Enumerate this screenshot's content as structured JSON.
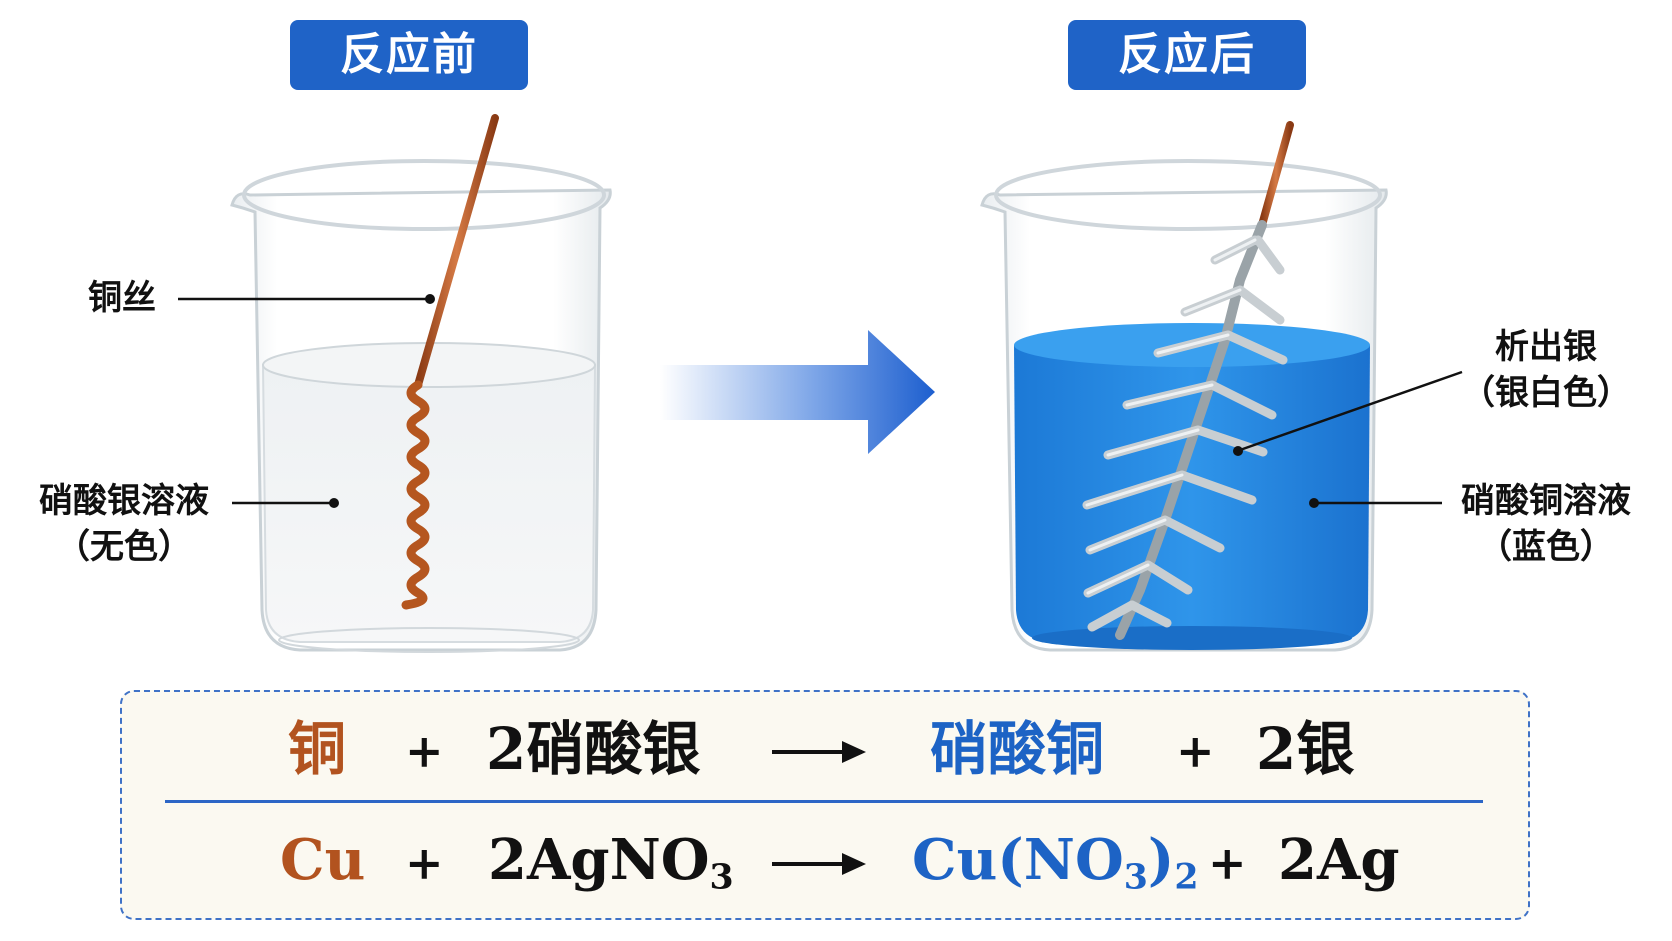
{
  "header": {
    "before_label": "反应前",
    "after_label": "反应后"
  },
  "left_beaker": {
    "copper_wire_label": "铜丝",
    "solution_label": "硝酸银溶液",
    "solution_color_label": "（无色）"
  },
  "right_beaker": {
    "silver_label": "析出银",
    "silver_color_label": "（银白色）",
    "solution_label": "硝酸铜溶液",
    "solution_color_label": "（蓝色）"
  },
  "colors": {
    "badge_blue": "#1f63c7",
    "copper": "#b2531f",
    "product_blue": "#1d63c5",
    "solution_blue": "#1e88e0"
  },
  "equation_words": {
    "reactant1": "铜",
    "plus1": "+",
    "reactant2": "2硝酸银",
    "product1": "硝酸铜",
    "plus2": "+",
    "product2": "2银"
  },
  "equation_formula": {
    "reactant1": "Cu",
    "plus1": "+",
    "reactant2_main": "2AgNO",
    "reactant2_sub": "3",
    "product1_a": "Cu(NO",
    "product1_sub1": "3",
    "product1_b": ")",
    "product1_sub2": "2",
    "plus2": "+",
    "product2": "2Ag"
  }
}
